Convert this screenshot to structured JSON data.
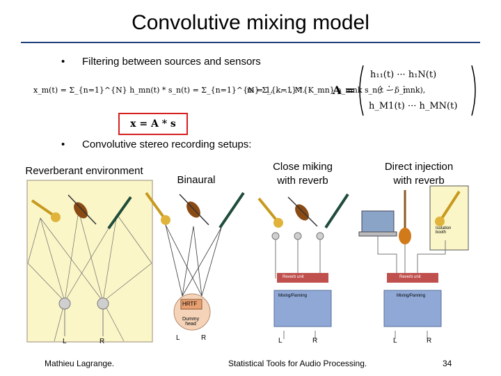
{
  "slide": {
    "title": "Convolutive mixing model",
    "bullets": [
      {
        "marker": "•",
        "text": "Filtering between sources and sensors"
      },
      {
        "marker": "•",
        "text": "Convolutive stereo recording setups:"
      }
    ],
    "equations": {
      "model_lhs": "x_m(t) = Σ_{n=1}^{N} h_mn(t) * s_n(t) = Σ_{n=1}^{N} Σ_{k=1}^{K_mn} a_mnk s_n(t − δ_mnk),",
      "index_range": "m = 1, . . . , M.",
      "matrix_lhs": "A =",
      "row1": "h₁₁(t)   ···   h₁N(t)",
      "row2": "⋮        ⋱       ⋮",
      "row3": "h_M1(t)  ···  h_MN(t)",
      "compact": "x = A * s"
    },
    "panels": [
      {
        "label": "Reverberant environment"
      },
      {
        "label": "Binaural"
      },
      {
        "label": "Close miking\nwith reverb"
      },
      {
        "label": "Direct injection\nwith reverb"
      }
    ],
    "diagram_text": {
      "left_channel": "L",
      "right_channel": "R",
      "hrtf": "HRTF",
      "dummy_head": "Dummy\nhead",
      "reverb_unit": "Reverb unit",
      "mixing_panning": "Mixing/Panning",
      "isolation_booth": "Isolation\nbooth"
    },
    "footer": {
      "author": "Mathieu Lagrange.",
      "course": "Statistical Tools for Audio Processing.",
      "page": "34"
    }
  },
  "colors": {
    "accent_rule": "#1f3f7a",
    "highlight_box": "#d61f1f",
    "room_fill": "#fbf6c8",
    "reverb_unit": "#c0504d",
    "mixer": "#8fa8d6"
  }
}
